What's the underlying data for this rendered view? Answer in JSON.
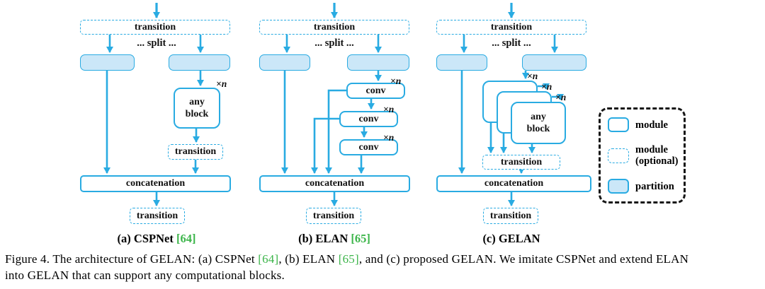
{
  "palette": {
    "blue": "#29abe2",
    "partition_fill": "#cbe7f8",
    "citation_green": "#3cb54a",
    "legend_border": "#161616"
  },
  "labels": {
    "transition": "transition",
    "split": "... split ...",
    "any_block": "any\nblock",
    "conv": "conv",
    "concatenation": "concatenation",
    "xn": "×n"
  },
  "diagrams": {
    "a": {
      "caption": "(a) CSPNet ",
      "citation": "[64]"
    },
    "b": {
      "caption": "(b) ELAN ",
      "citation": "[65]"
    },
    "c": {
      "caption": "(c) GELAN",
      "citation": ""
    }
  },
  "legend": {
    "module": "module",
    "module_optional": "module\n(optional)",
    "partition": "partition"
  },
  "figure_caption": {
    "part1": "Figure 4. The architecture of GELAN: (a) CSPNet ",
    "cite1": "[64]",
    "part2": ", (b) ELAN ",
    "cite2": "[65]",
    "part3": ", and (c) proposed GELAN. We imitate CSPNet and extend ELAN",
    "line2": "into GELAN that can support any computational blocks."
  }
}
